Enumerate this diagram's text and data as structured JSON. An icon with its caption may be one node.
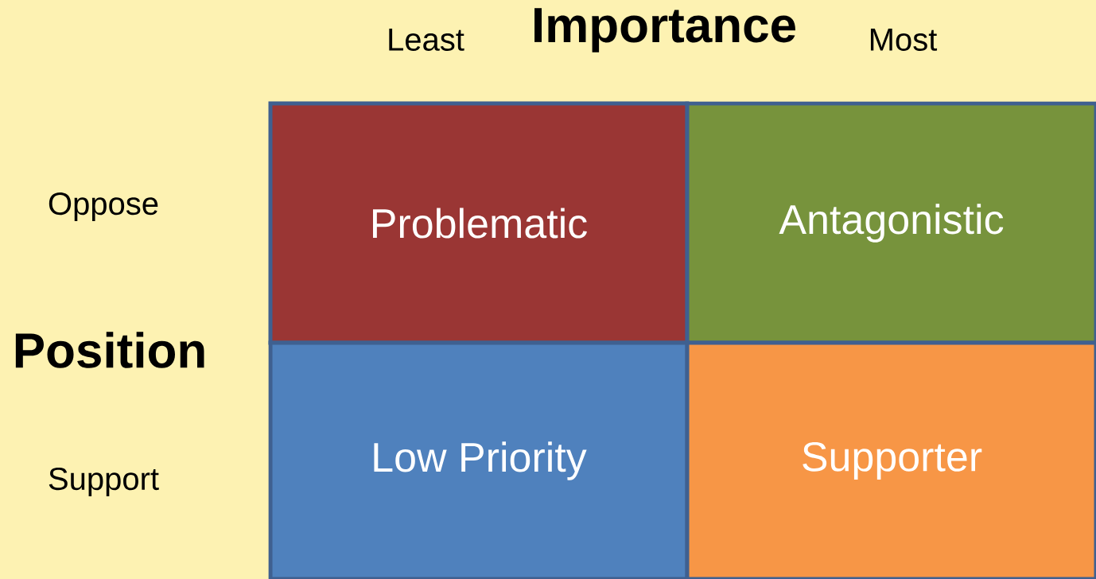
{
  "diagram": {
    "nodes": [
      {
        "text": [
          "Problematic"
        ]
      },
      {
        "text": [
          "Antagonistic"
        ]
      },
      {
        "text": [
          "Low Priority"
        ]
      },
      {
        "text": [
          "Supporter"
        ]
      }
    ],
    "labels": [
      "Least",
      "Importance",
      "Most",
      "Oppose",
      "Position",
      "Support"
    ]
  }
}
